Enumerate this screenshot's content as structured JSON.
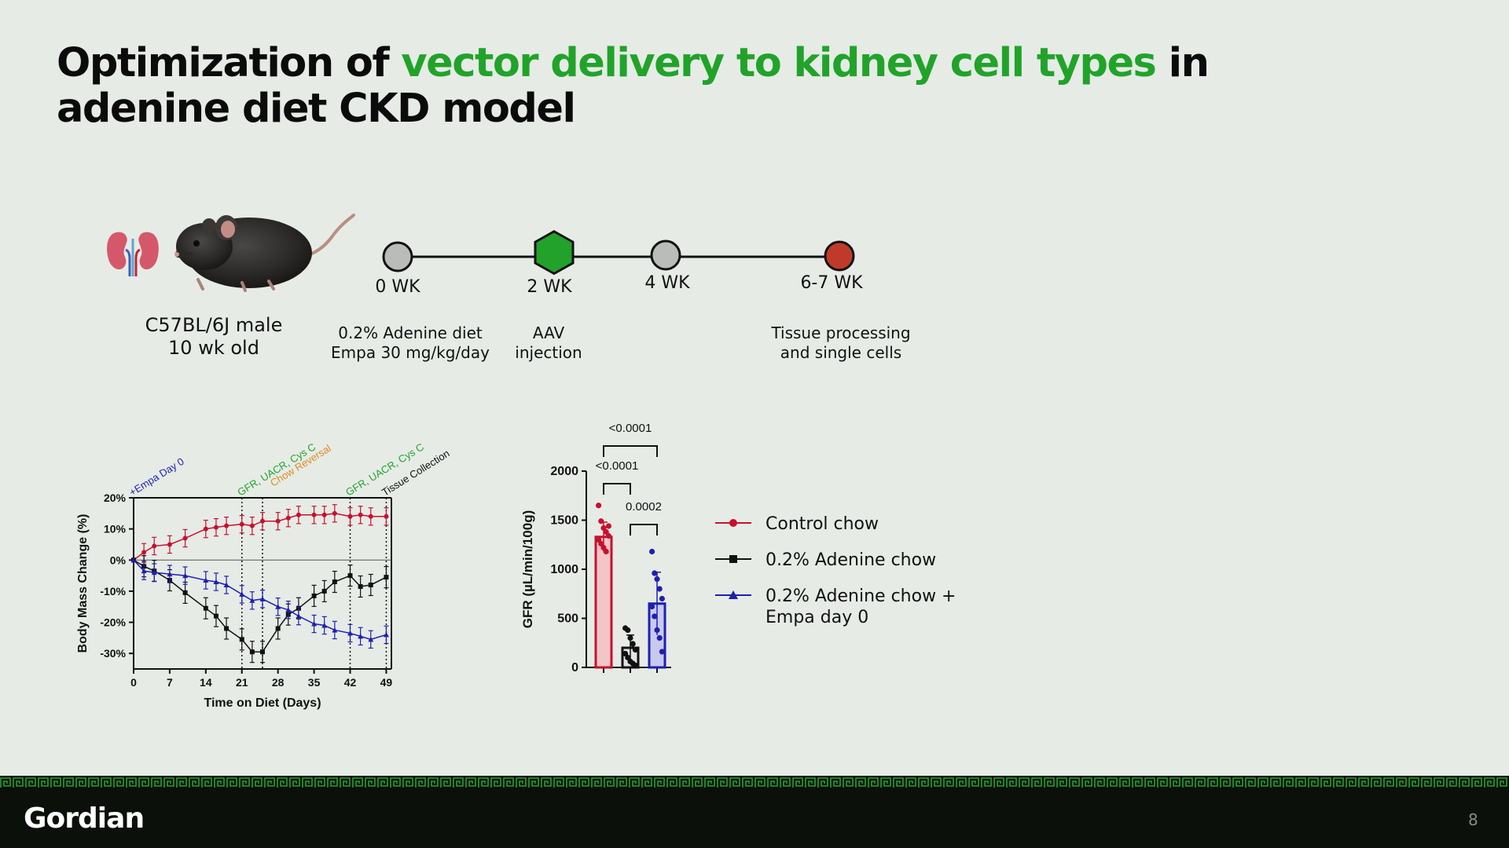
{
  "title": {
    "part1": "Optimization of ",
    "highlight": "vector delivery to kidney cell types",
    "part2": " in",
    "line2": "adenine diet CKD model"
  },
  "colors": {
    "accent": "#21a32a",
    "control": "#c8102e",
    "adenine": "#111111",
    "empa": "#1f1fb0"
  },
  "icons": [
    "kidney-icon",
    "mouse-photo"
  ],
  "mouse_label": {
    "line1": "C57BL/6J male",
    "line2": "10 wk old"
  },
  "timeline": {
    "points": [
      {
        "label": "0 WK",
        "desc1": "0.2% Adenine diet",
        "desc2": "Empa 30 mg/kg/day",
        "color": "#b9bcb9",
        "shape": "circle"
      },
      {
        "label": "2 WK",
        "desc1": "AAV",
        "desc2": "injection",
        "color": "#22a22a",
        "shape": "hexagon"
      },
      {
        "label": "4 WK",
        "desc1": "",
        "desc2": "",
        "color": "#b9bcb9",
        "shape": "circle"
      },
      {
        "label": "6-7 WK",
        "desc1": "Tissue processing",
        "desc2": "and single cells",
        "color": "#c03a2b",
        "shape": "circle"
      }
    ]
  },
  "chart_data": [
    {
      "type": "line",
      "xlabel": "Time on Diet (Days)",
      "ylabel": "Body Mass Change (%)",
      "xticks": [
        0,
        7,
        14,
        21,
        28,
        35,
        42,
        49
      ],
      "yticks": [
        20,
        10,
        0,
        -10,
        -20,
        -30
      ],
      "ytick_labels": [
        "20%",
        "10%",
        "0%",
        "-10%",
        "-20%",
        "-30%"
      ],
      "xlim": [
        0,
        50
      ],
      "ylim": [
        -35,
        20
      ],
      "annotations": [
        {
          "text": "+Empa Day 0",
          "x": 0,
          "color": "#1f1fb0"
        },
        {
          "text": "GFR, UACR, Cys C",
          "x": 21,
          "color": "#21a32a"
        },
        {
          "text": "Chow Reversal",
          "x": 24,
          "color": "#e08a1e"
        },
        {
          "text": "GFR, UACR, Cys C",
          "x": 42,
          "color": "#21a32a"
        },
        {
          "text": "Tissue Collection",
          "x": 49,
          "color": "#111111"
        }
      ],
      "vlines": [
        21,
        25,
        42,
        49
      ],
      "series": [
        {
          "name": "Control chow",
          "marker": "circle",
          "x": [
            0,
            2,
            4,
            7,
            10,
            14,
            16,
            18,
            21,
            23,
            25,
            28,
            30,
            32,
            35,
            37,
            39,
            42,
            44,
            46,
            49
          ],
          "y": [
            0,
            2.5,
            4.5,
            5,
            7,
            10,
            10.5,
            11,
            11.5,
            11,
            12.5,
            12.5,
            13.5,
            14.5,
            14.5,
            14.5,
            15,
            14,
            14.5,
            14,
            14
          ]
        },
        {
          "name": "0.2% Adenine chow",
          "marker": "square",
          "x": [
            0,
            2,
            4,
            7,
            10,
            14,
            16,
            18,
            21,
            23,
            25,
            28,
            30,
            32,
            35,
            37,
            39,
            42,
            44,
            46,
            49
          ],
          "y": [
            0,
            -2,
            -3.5,
            -6.5,
            -10.5,
            -15.5,
            -18,
            -22,
            -25.5,
            -29.5,
            -29.5,
            -22,
            -17.5,
            -15.5,
            -11.5,
            -10,
            -7,
            -5,
            -8.5,
            -8,
            -5.5
          ]
        },
        {
          "name": "0.2% Adenine chow + Empa day 0",
          "marker": "triangle",
          "x": [
            0,
            2,
            4,
            7,
            10,
            14,
            16,
            18,
            21,
            23,
            25,
            28,
            30,
            32,
            35,
            37,
            39,
            42,
            44,
            46,
            49
          ],
          "y": [
            0,
            -3.5,
            -4,
            -4.5,
            -5,
            -6.5,
            -7,
            -8,
            -11,
            -13,
            -12.5,
            -15,
            -16,
            -18,
            -20.5,
            -21,
            -22.5,
            -23.5,
            -24.5,
            -25.5,
            -24
          ]
        }
      ]
    },
    {
      "type": "bar",
      "ylabel": "GFR (µL/min/100g)",
      "yticks": [
        0,
        500,
        1000,
        1500,
        2000
      ],
      "ylim": [
        0,
        2000
      ],
      "categories": [
        "Control chow",
        "0.2% Adenine chow",
        "0.2% Adenine chow + Empa day 0"
      ],
      "values": [
        1330,
        200,
        650
      ],
      "errors": [
        150,
        130,
        320
      ],
      "points": [
        [
          1650,
          1490,
          1420,
          1380,
          1340,
          1300,
          1260,
          1220,
          1180,
          1440
        ],
        [
          400,
          380,
          300,
          240,
          180,
          140,
          100,
          60,
          40,
          20
        ],
        [
          1180,
          960,
          900,
          800,
          700,
          620,
          520,
          380,
          300,
          160
        ]
      ],
      "comparisons": [
        {
          "label": "<0.0001",
          "from": 0,
          "to": 2
        },
        {
          "label": "<0.0001",
          "from": 0,
          "to": 1
        },
        {
          "label": "0.0002",
          "from": 1,
          "to": 2
        }
      ]
    }
  ],
  "legend": [
    {
      "label": "Control chow",
      "marker": "circle",
      "color": "#c8102e"
    },
    {
      "label": "0.2% Adenine chow",
      "marker": "square",
      "color": "#111111"
    },
    {
      "label": "0.2% Adenine chow +",
      "label2": "Empa day 0",
      "marker": "triangle",
      "color": "#1f1fb0"
    }
  ],
  "footer": {
    "logo": "Gordian",
    "page": "8"
  }
}
